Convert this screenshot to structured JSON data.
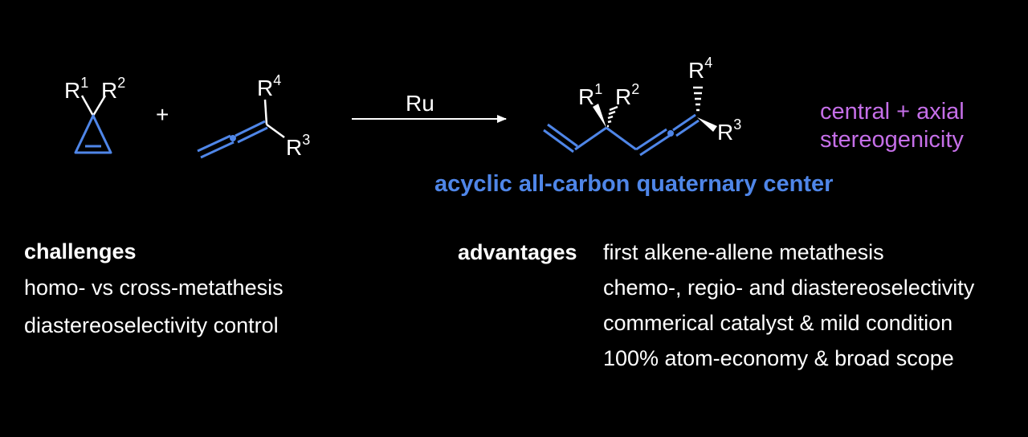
{
  "scheme": {
    "reactant1": {
      "r1_base": "R",
      "r1_sup": "1",
      "r2_base": "R",
      "r2_sup": "2"
    },
    "plus": "+",
    "reactant2": {
      "r4_base": "R",
      "r4_sup": "4",
      "r3_base": "R",
      "r3_sup": "3"
    },
    "arrow_label": "Ru",
    "product": {
      "r1_base": "R",
      "r1_sup": "1",
      "r2_base": "R",
      "r2_sup": "2",
      "r4_base": "R",
      "r4_sup": "4",
      "r3_base": "R",
      "r3_sup": "3"
    }
  },
  "stereo_line1": "central + axial",
  "stereo_line2": "stereogenicity",
  "quaternary_label": "acyclic all-carbon quaternary center",
  "challenges": {
    "heading": "challenges",
    "items": [
      "homo- vs cross-metathesis",
      "diastereoselectivity control"
    ]
  },
  "advantages": {
    "heading": "advantages",
    "items": [
      "first alkene-allene metathesis",
      "chemo-, regio- and diastereoselectivity",
      "commerical catalyst & mild condition",
      "100% atom-economy & broad scope"
    ]
  },
  "colors": {
    "background": "#000000",
    "bond_blue": "#4f86e8",
    "purple": "#c56fe8",
    "text": "#ffffff"
  }
}
